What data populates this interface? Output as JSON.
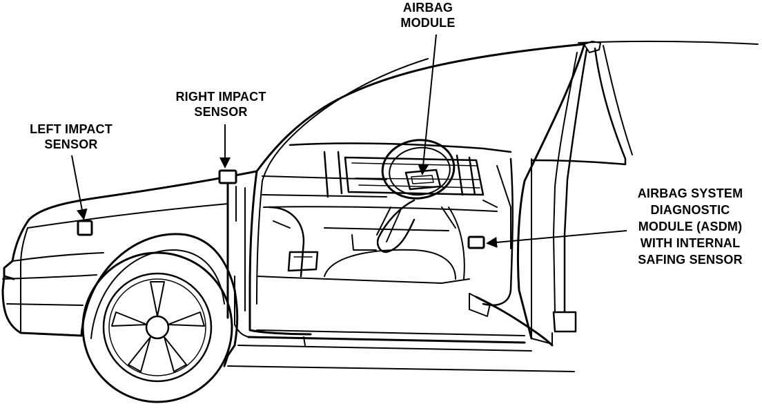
{
  "labels": {
    "airbag_module": [
      "AIRBAG",
      "MODULE"
    ],
    "right_impact_sensor": [
      "RIGHT IMPACT",
      "SENSOR"
    ],
    "left_impact_sensor": [
      "LEFT IMPACT",
      "SENSOR"
    ],
    "asdm": [
      "AIRBAG SYSTEM",
      "DIAGNOSTIC",
      "MODULE (ASDM)",
      "WITH INTERNAL",
      "SAFING SENSOR"
    ]
  },
  "colors": {
    "ink": "#000000",
    "paper": "#ffffff"
  }
}
